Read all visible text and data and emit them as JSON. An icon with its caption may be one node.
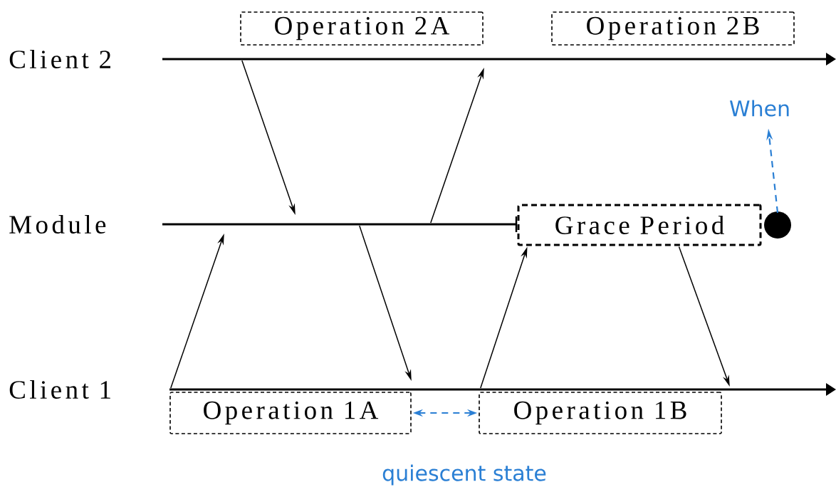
{
  "diagram": {
    "nodes": [
      {
        "text": [],
        "shape": "line",
        "beside": [
          "Client 2"
        ]
      },
      {
        "text": [],
        "shape": "line",
        "beside": [
          "Module"
        ]
      },
      {
        "text": [],
        "shape": "line",
        "beside": [
          "Client 1"
        ]
      },
      {
        "text": [
          "Operation 2A"
        ]
      },
      {
        "text": [
          "Operation 2B"
        ]
      },
      {
        "text": [
          "Grace Period"
        ]
      },
      {
        "text": [],
        "shape": "circle"
      },
      {
        "text": [
          "When"
        ]
      },
      {
        "text": [
          "Operation 1A"
        ]
      },
      {
        "text": [
          "Operation 1B"
        ]
      }
    ],
    "edges": [
      {
        "from": 2,
        "to": 1,
        "arrow": "to"
      },
      {
        "from": 0,
        "to": 1,
        "arrow": "to"
      },
      {
        "from": 1,
        "to": 0,
        "arrow": "to"
      },
      {
        "from": 1,
        "to": 2,
        "arrow": "to"
      },
      {
        "from": 2,
        "to": 5,
        "arrow": "to"
      },
      {
        "from": 5,
        "to": 2,
        "arrow": "to"
      },
      {
        "from": 6,
        "to": 7,
        "arrow": "to",
        "style": "dashed",
        "color": "#2a7fd4"
      },
      {
        "from": 8,
        "to": 9,
        "arrow": "both",
        "style": "dashed",
        "color": "#2a7fd4"
      }
    ],
    "labels": [
      "quiescent state"
    ]
  }
}
